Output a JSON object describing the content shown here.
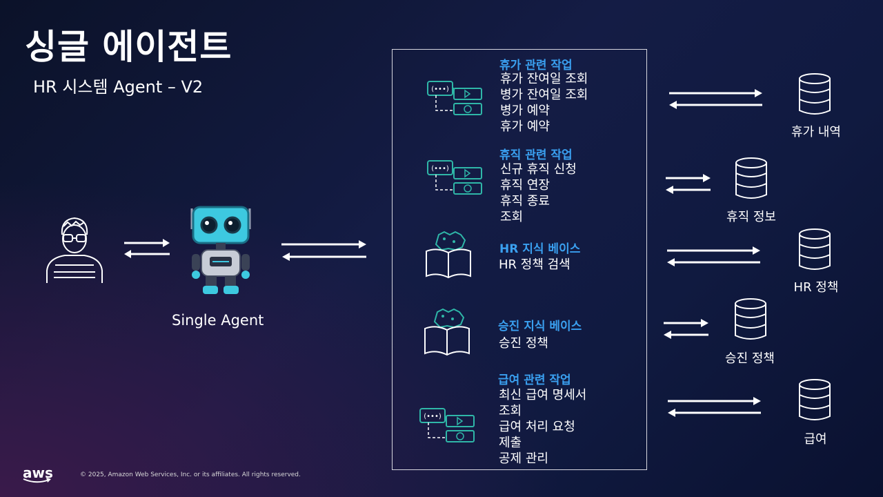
{
  "title": "싱글 에이전트",
  "subtitle": "HR 시스템 Agent – V2",
  "agent_label": "Single Agent",
  "groups": [
    {
      "heading": "휴가 관련 작업",
      "items": [
        "휴가 잔여일 조회",
        "병가 잔여일 조회",
        "병가 예약",
        "휴가 예약"
      ],
      "icon": "action-group-icon",
      "store": "휴가 내역"
    },
    {
      "heading": "휴직 관련 작업",
      "items": [
        "신규 휴직 신청",
        "휴직 연장",
        "휴직 종료",
        "조회"
      ],
      "icon": "action-group-icon",
      "store": "휴직 정보"
    },
    {
      "heading": "HR 지식 베이스",
      "items": [
        "HR 정책 검색"
      ],
      "icon": "knowledge-base-icon",
      "store": "HR 정책"
    },
    {
      "heading": "승진 지식 베이스",
      "items": [
        "승진 정책"
      ],
      "icon": "knowledge-base-icon",
      "store": "승진 정책"
    },
    {
      "heading": "급여 관련 작업",
      "items": [
        "최신 급여 명세서",
        "조회",
        "급여 처리 요청",
        "제출",
        "공제 관리"
      ],
      "icon": "action-group-icon",
      "store": "급여"
    }
  ],
  "footer": "© 2025, Amazon Web Services, Inc. or its affiliates. All rights reserved.",
  "logo": "aws",
  "colors": {
    "heading": "#3aa0f0",
    "icon_accent": "#2fb7a8",
    "robot_face": "#3dc9e0"
  }
}
